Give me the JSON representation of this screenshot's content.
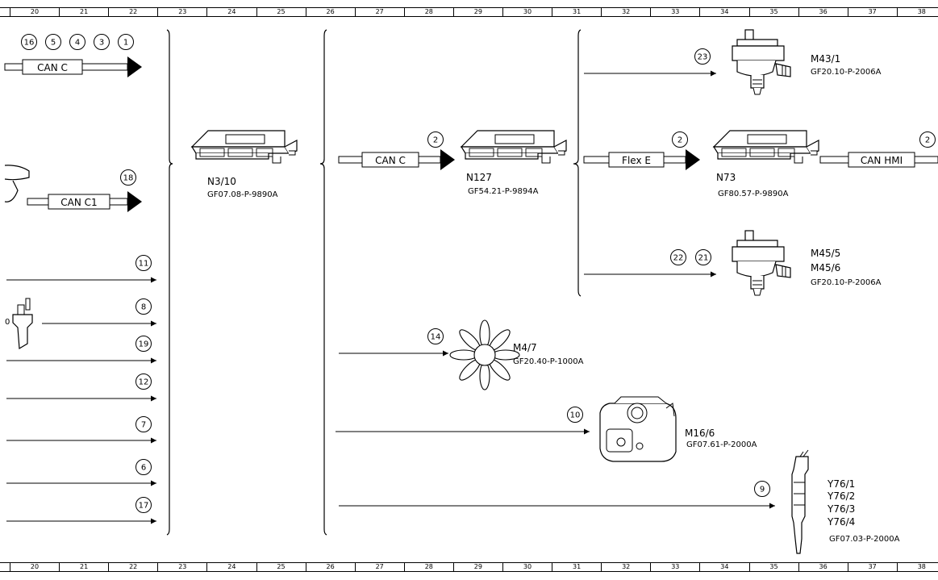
{
  "ruler": {
    "numbers": [
      "20",
      "21",
      "22",
      "23",
      "24",
      "25",
      "26",
      "27",
      "28",
      "29",
      "30",
      "31",
      "32",
      "33",
      "34",
      "35",
      "36",
      "37",
      "38"
    ]
  },
  "callouts": {
    "c16": "16",
    "c5": "5",
    "c4": "4",
    "c3": "3",
    "c1": "1",
    "c18": "18",
    "c11": "11",
    "c8": "8",
    "c19": "19",
    "c12": "12",
    "c7": "7",
    "c6": "6",
    "c17": "17",
    "c2a": "2",
    "c2b": "2",
    "c2c": "2",
    "c23": "23",
    "c22": "22",
    "c21": "21",
    "c14": "14",
    "c10": "10",
    "c9": "9"
  },
  "buses": {
    "can_c_top": "CAN C",
    "can_c1": "CAN C1",
    "can_c_mid": "CAN C",
    "flex_e": "Flex E",
    "can_hmi": "CAN HMI"
  },
  "components": {
    "n3_10": {
      "name": "N3/10",
      "ref": "GF07.08-P-9890A"
    },
    "n127": {
      "name": "N127",
      "ref": "GF54.21-P-9894A"
    },
    "n73": {
      "name": "N73",
      "ref": "GF80.57-P-9890A"
    },
    "m43_1": {
      "name": "M43/1",
      "ref": "GF20.10-P-2006A"
    },
    "m45": {
      "name1": "M45/5",
      "name2": "M45/6",
      "ref": "GF20.10-P-2006A"
    },
    "m4_7": {
      "name": "M4/7",
      "ref": "GF20.40-P-1000A"
    },
    "m16_6": {
      "name": "M16/6",
      "ref": "GF07.61-P-2000A"
    },
    "y76": {
      "name1": "Y76/1",
      "name2": "Y76/2",
      "name3": "Y76/3",
      "name4": "Y76/4",
      "ref": "GF07.03-P-2000A"
    },
    "partial_label": "0"
  }
}
